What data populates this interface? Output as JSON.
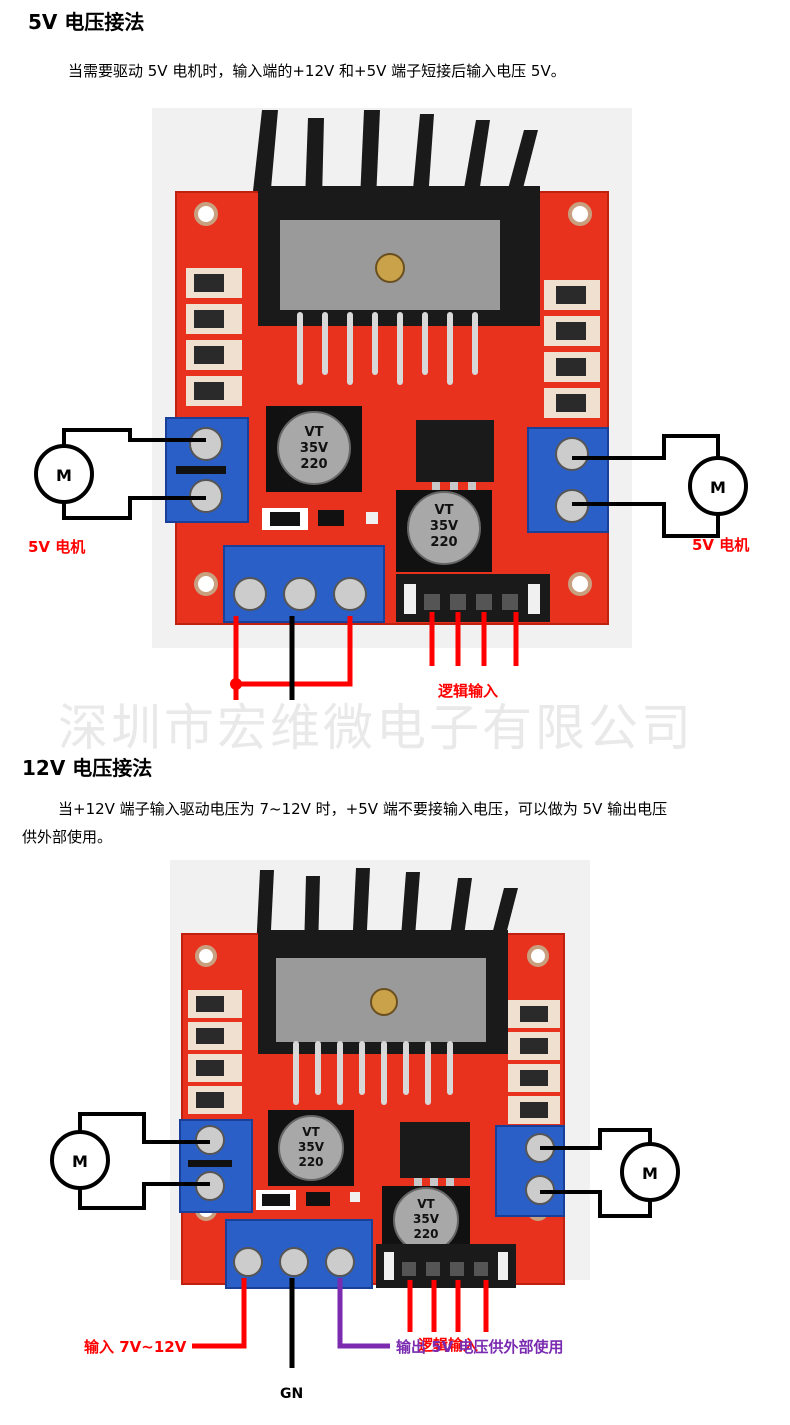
{
  "section1": {
    "heading": "5V 电压接法",
    "description": "当需要驱动 5V 电机时，输入端的+12V 和+5V 端子短接后输入电压 5V。",
    "motor_letter": "M",
    "label_left_motor": "5V 电机",
    "label_right_motor": "5V 电机",
    "label_logic": "逻辑输入",
    "cap_top": "VT",
    "cap_mid": "35V",
    "cap_bottom": "220"
  },
  "watermark": "深圳市宏维微电子有限公司",
  "section2": {
    "heading": "12V 电压接法",
    "description_line1": "当+12V 端子输入驱动电压为 7~12V 时，+5V 端不要接输入电压，可以做为 5V 输出电压",
    "description_line2": "供外部使用。",
    "motor_letter": "M",
    "label_logic": "逻辑输入",
    "label_input": "输入 7V~12V",
    "label_gnd": "GN",
    "label_output": "输出 5V 电压供外部使用",
    "cap_top": "VT",
    "cap_mid": "35V",
    "cap_bottom": "220"
  },
  "colors": {
    "pcb": "#e8321e",
    "terminal": "#2a5fc8",
    "wire_red": "#ff0000",
    "wire_black": "#000000",
    "wire_purple": "#7a2bb0",
    "heatsink": "#1a1a1a"
  }
}
